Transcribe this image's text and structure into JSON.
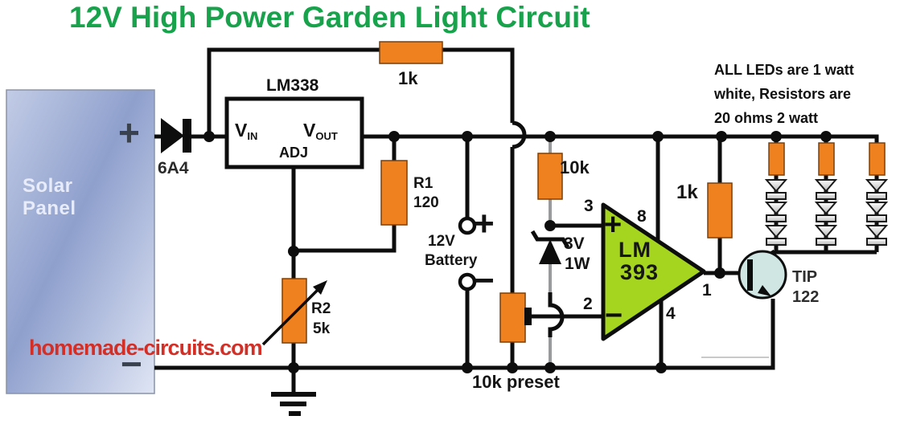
{
  "title": "12V High Power Garden Light Circuit",
  "notes": {
    "line1": "ALL LEDs are 1 watt",
    "line2": "white, Resistors are",
    "line3": "20 ohms 2 watt"
  },
  "watermark": "homemade-circuits.com",
  "solar_panel": {
    "line1": "Solar",
    "line2": "Panel",
    "plus": "+",
    "minus": "−"
  },
  "diode": {
    "label": "6A4"
  },
  "regulator": {
    "name": "LM338",
    "in_main": "V",
    "in_sub": "IN",
    "out_main": "V",
    "out_sub": "OUT",
    "adj": "ADJ"
  },
  "feedback_resistor": {
    "label": "1k"
  },
  "r1": {
    "name": "R1",
    "value": "120"
  },
  "r2": {
    "name": "R2",
    "value": "5k"
  },
  "battery": {
    "voltage": "12V",
    "label": "Battery",
    "plus": "+",
    "minus": "−"
  },
  "divider_resistor": {
    "label": "10k"
  },
  "zener": {
    "voltage": "3V",
    "power": "1W"
  },
  "opamp": {
    "line1": "LM",
    "line2": "393",
    "plus": "+",
    "minus": "−",
    "pin1": "1",
    "pin2": "2",
    "pin3": "3",
    "pin4": "4",
    "pin8": "8"
  },
  "pullup_resistor": {
    "label": "1k"
  },
  "transistor": {
    "line1": "TIP",
    "line2": "122"
  },
  "preset": {
    "label": "10k preset"
  },
  "colors": {
    "title": "#17a24b",
    "watermark": "#d42f27",
    "resistor": "#f0811f",
    "opamp": "#a6d51f",
    "transistor": "#cfe6e3",
    "wire": "#0d0d0d"
  }
}
